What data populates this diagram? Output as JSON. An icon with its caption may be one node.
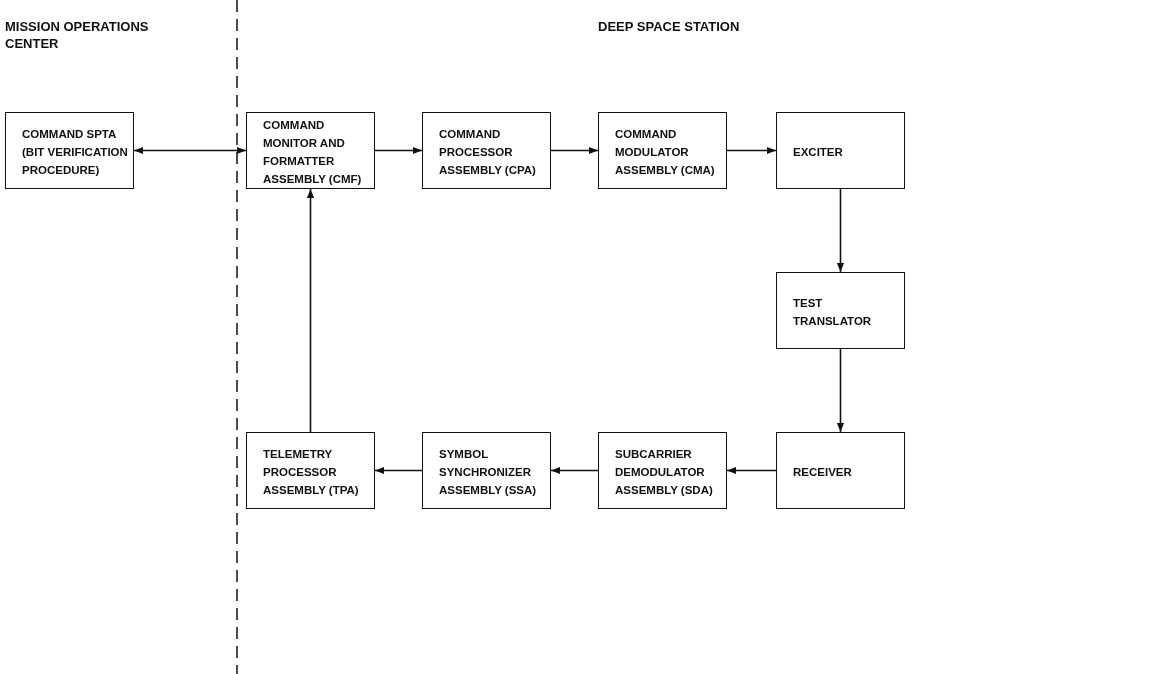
{
  "diagram": {
    "nodes": [
      {
        "text": [
          "COMMAND SPTA (BIT VERIFICATION PROCEDURE)"
        ]
      },
      {
        "text": [
          "COMMAND MONITOR AND FORMATTER ASSEMBLY (CMF)"
        ]
      },
      {
        "text": [
          "COMMAND PROCESSOR ASSEMBLY (CPA)"
        ]
      },
      {
        "text": [
          "COMMAND MODULATOR ASSEMBLY (CMA)"
        ]
      },
      {
        "text": [
          "EXCITER"
        ]
      },
      {
        "text": [
          "TEST TRANSLATOR"
        ]
      },
      {
        "text": [
          "RECEIVER"
        ]
      },
      {
        "text": [
          "SUBCARRIER DEMODULATOR ASSEMBLY (SDA)"
        ]
      },
      {
        "text": [
          "SYMBOL SYNCHRONIZER ASSEMBLY (SSA)"
        ]
      },
      {
        "text": [
          "TELEMETRY PROCESSOR ASSEMBLY (TPA)"
        ]
      }
    ],
    "edges": [
      {
        "from": 0,
        "to": 1,
        "arrow": "both"
      },
      {
        "from": 1,
        "to": 2,
        "arrow": "to"
      },
      {
        "from": 2,
        "to": 3,
        "arrow": "to"
      },
      {
        "from": 3,
        "to": 4,
        "arrow": "to"
      },
      {
        "from": 4,
        "to": 5,
        "arrow": "to"
      },
      {
        "from": 5,
        "to": 6,
        "arrow": "to"
      },
      {
        "from": 6,
        "to": 7,
        "arrow": "to"
      },
      {
        "from": 7,
        "to": 8,
        "arrow": "to"
      },
      {
        "from": 8,
        "to": 9,
        "arrow": "to"
      },
      {
        "from": 9,
        "to": 1,
        "arrow": "to"
      }
    ],
    "labels": [
      "MISSION OPERATIONS CENTER",
      "DEEP SPACE STATION"
    ]
  }
}
